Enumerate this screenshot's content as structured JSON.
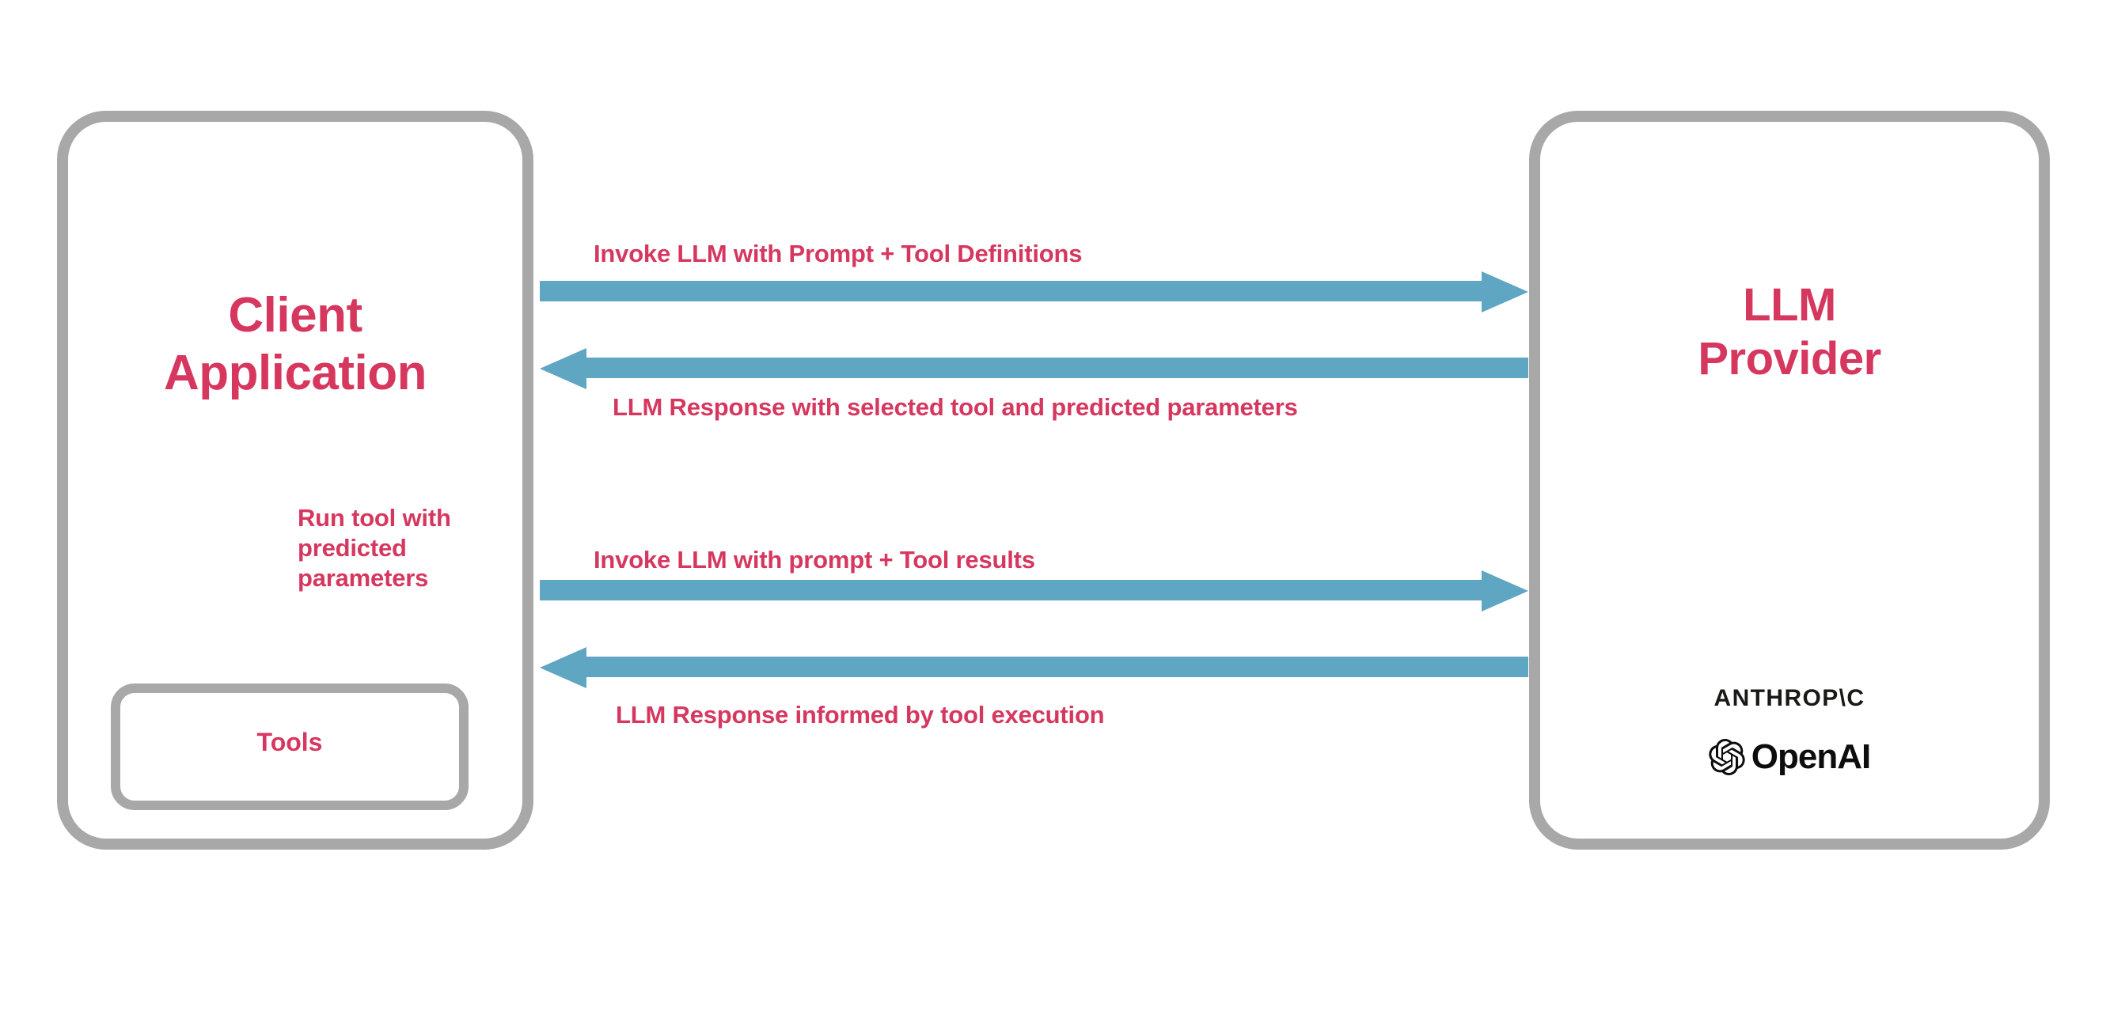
{
  "diagram": {
    "title": "LLM tool-calling sequence between client application and LLM provider",
    "colors": {
      "node_border": "#a8a8a8",
      "label_text": "#d6375f",
      "arrow": "#5fa6c2",
      "background": "#ffffff",
      "logo_text": "#0d0d0d"
    },
    "nodes": {
      "client": {
        "line1": "Client",
        "line2": "Application"
      },
      "tools": {
        "label": "Tools"
      },
      "provider": {
        "line1": "LLM",
        "line2": "Provider"
      }
    },
    "edges": [
      {
        "id": "invoke-1",
        "label": "Invoke LLM with Prompt + Tool Definitions",
        "direction": "client-to-provider"
      },
      {
        "id": "response-1",
        "label": "LLM Response with selected tool and predicted parameters",
        "direction": "provider-to-client"
      },
      {
        "id": "run-tool",
        "label": "Run tool with predicted parameters",
        "direction": "client-to-tools"
      },
      {
        "id": "invoke-2",
        "label": "Invoke LLM with prompt + Tool results",
        "direction": "client-to-provider"
      },
      {
        "id": "response-2",
        "label": "LLM Response informed by tool execution",
        "direction": "provider-to-client"
      }
    ],
    "logos": [
      {
        "id": "anthropic",
        "wordmark": "ANTHROP\\C"
      },
      {
        "id": "openai",
        "wordmark": "OpenAI"
      }
    ]
  }
}
